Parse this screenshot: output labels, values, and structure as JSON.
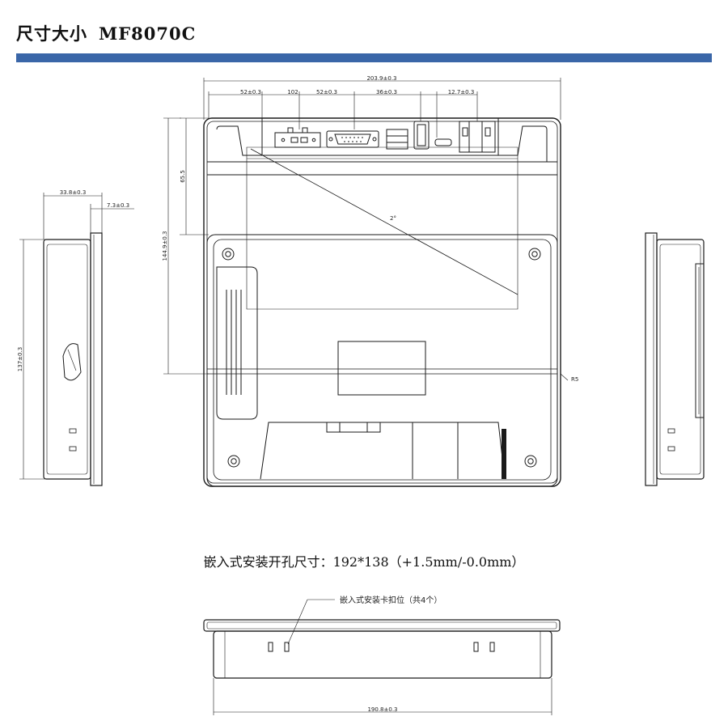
{
  "header": {
    "title": "尺寸大小",
    "model": "MF8070C",
    "bar_color": "#3a66a8"
  },
  "front_view": {
    "dims": {
      "overall_width": "203.9±0.3",
      "d1": "52±0.3",
      "d2": "102",
      "d3": "52±0.3",
      "d4": "36±0.3",
      "d5": "12.7±0.3",
      "v1": "65.5",
      "v2": "144.9±0.3",
      "angle": "2°",
      "r": "R5"
    }
  },
  "left_view": {
    "dims": {
      "depth": "33.8±0.3",
      "bezel": "7.3±0.3",
      "height": "137±0.3"
    }
  },
  "cutout_spec": "嵌入式安装开孔尺寸：192*138（+1.5mm/-0.0mm）",
  "bottom_view": {
    "clip_note": "嵌入式安装卡扣位（共4个）",
    "width": "190.8±0.3"
  },
  "icons": [
    "screw-hole-icon",
    "db9-port-icon",
    "usb-port-icon",
    "terminal-block-icon"
  ]
}
